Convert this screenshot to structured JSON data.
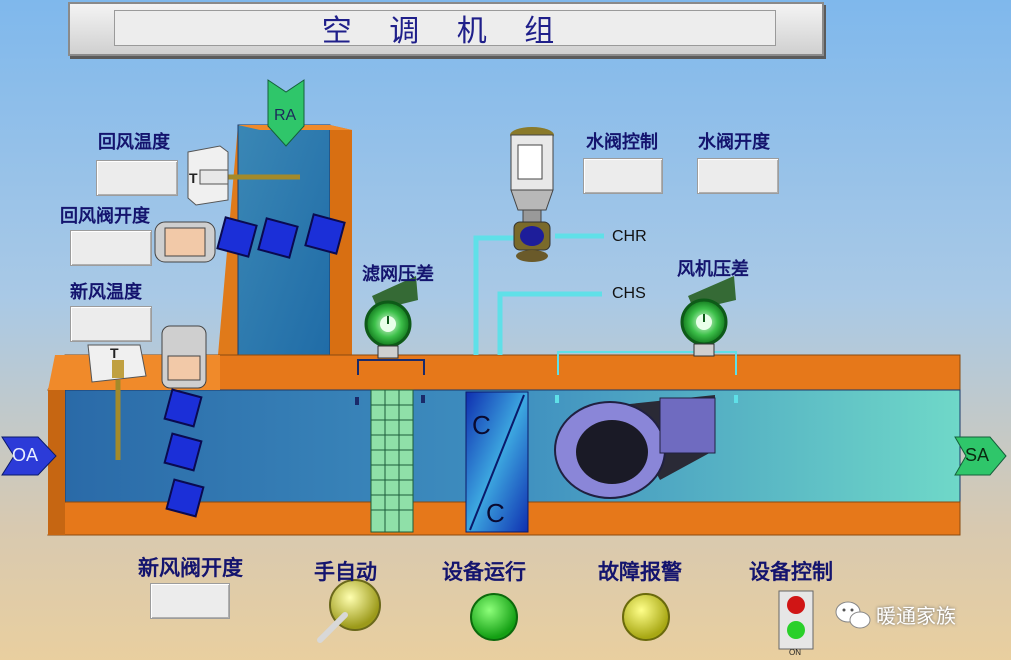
{
  "title": "空 调 机 组",
  "labels": {
    "return_air_temp": "回风温度",
    "return_damper_open": "回风阀开度",
    "fresh_air_temp": "新风温度",
    "fresh_damper_open": "新风阀开度",
    "water_valve_control": "水阀控制",
    "water_valve_open": "水阀开度",
    "filter_dp": "滤网压差",
    "fan_dp": "风机压差"
  },
  "air_tags": {
    "ra": "RA",
    "oa": "OA",
    "sa": "SA"
  },
  "pipes": {
    "chr": "CHR",
    "chs": "CHS"
  },
  "sensor_t": "T",
  "coil_c": "C",
  "controls": {
    "hand_auto": "手自动",
    "running": "设备运行",
    "fault": "故障报警",
    "control": "设备控制",
    "on_label": "ON"
  },
  "watermark": "暖通家族",
  "colors": {
    "running_led": "#22b521",
    "fault_led": "#c8c81a",
    "stop_led": "#d01515"
  },
  "icons": [
    "wechat-icon",
    "temperature-sensor-icon",
    "damper-actuator-icon",
    "valve-actuator-icon",
    "pressure-gauge-icon",
    "fan-icon",
    "knob-icon"
  ]
}
